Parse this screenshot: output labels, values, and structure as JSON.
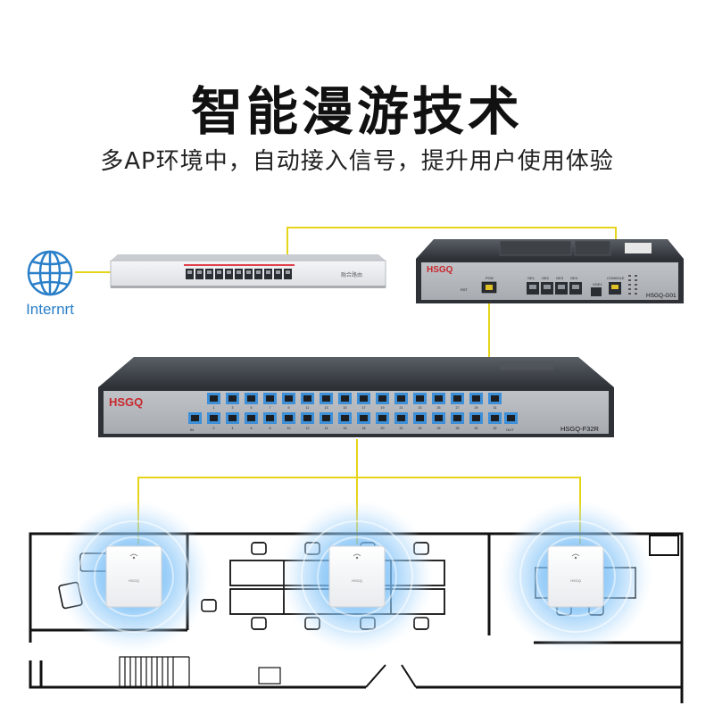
{
  "header": {
    "title": "智能漫游技术",
    "subtitle": "多AP环境中，自动接入信号，提升用户使用体验"
  },
  "internet": {
    "label": "Internrt"
  },
  "router": {
    "label": "融合路由"
  },
  "olt": {
    "brand": "HSGQ",
    "model": "HSGQ-G01",
    "pon_label": "PON",
    "rst_label": "RST",
    "port_labels": [
      "GE1",
      "GE2",
      "GE3",
      "GE4"
    ],
    "console_label": "CONSOLE",
    "xge_label": "XGE1"
  },
  "splitter": {
    "brand": "HSGQ",
    "model": "HSGQ-F32R",
    "in_label": "IN",
    "out_label": "OUT",
    "top_port_numbers": [
      "1",
      "3",
      "5",
      "7",
      "9",
      "11",
      "13",
      "15",
      "17",
      "19",
      "21",
      "23",
      "25",
      "27",
      "29",
      "31"
    ],
    "bottom_port_numbers": [
      "2",
      "4",
      "6",
      "8",
      "10",
      "12",
      "14",
      "16",
      "18",
      "20",
      "22",
      "24",
      "26",
      "28",
      "30",
      "32"
    ]
  },
  "access_points": [
    {
      "brand": "HSGQ"
    },
    {
      "brand": "HSGQ"
    },
    {
      "brand": "HSGQ"
    }
  ],
  "colors": {
    "cable": "#e6d41a",
    "port_blue": "#3d8fd8",
    "brand_red": "#c8282d",
    "globe_blue": "#2a7fc9",
    "wifi_glow": "#4aa3ef",
    "floor_line": "#111111"
  }
}
